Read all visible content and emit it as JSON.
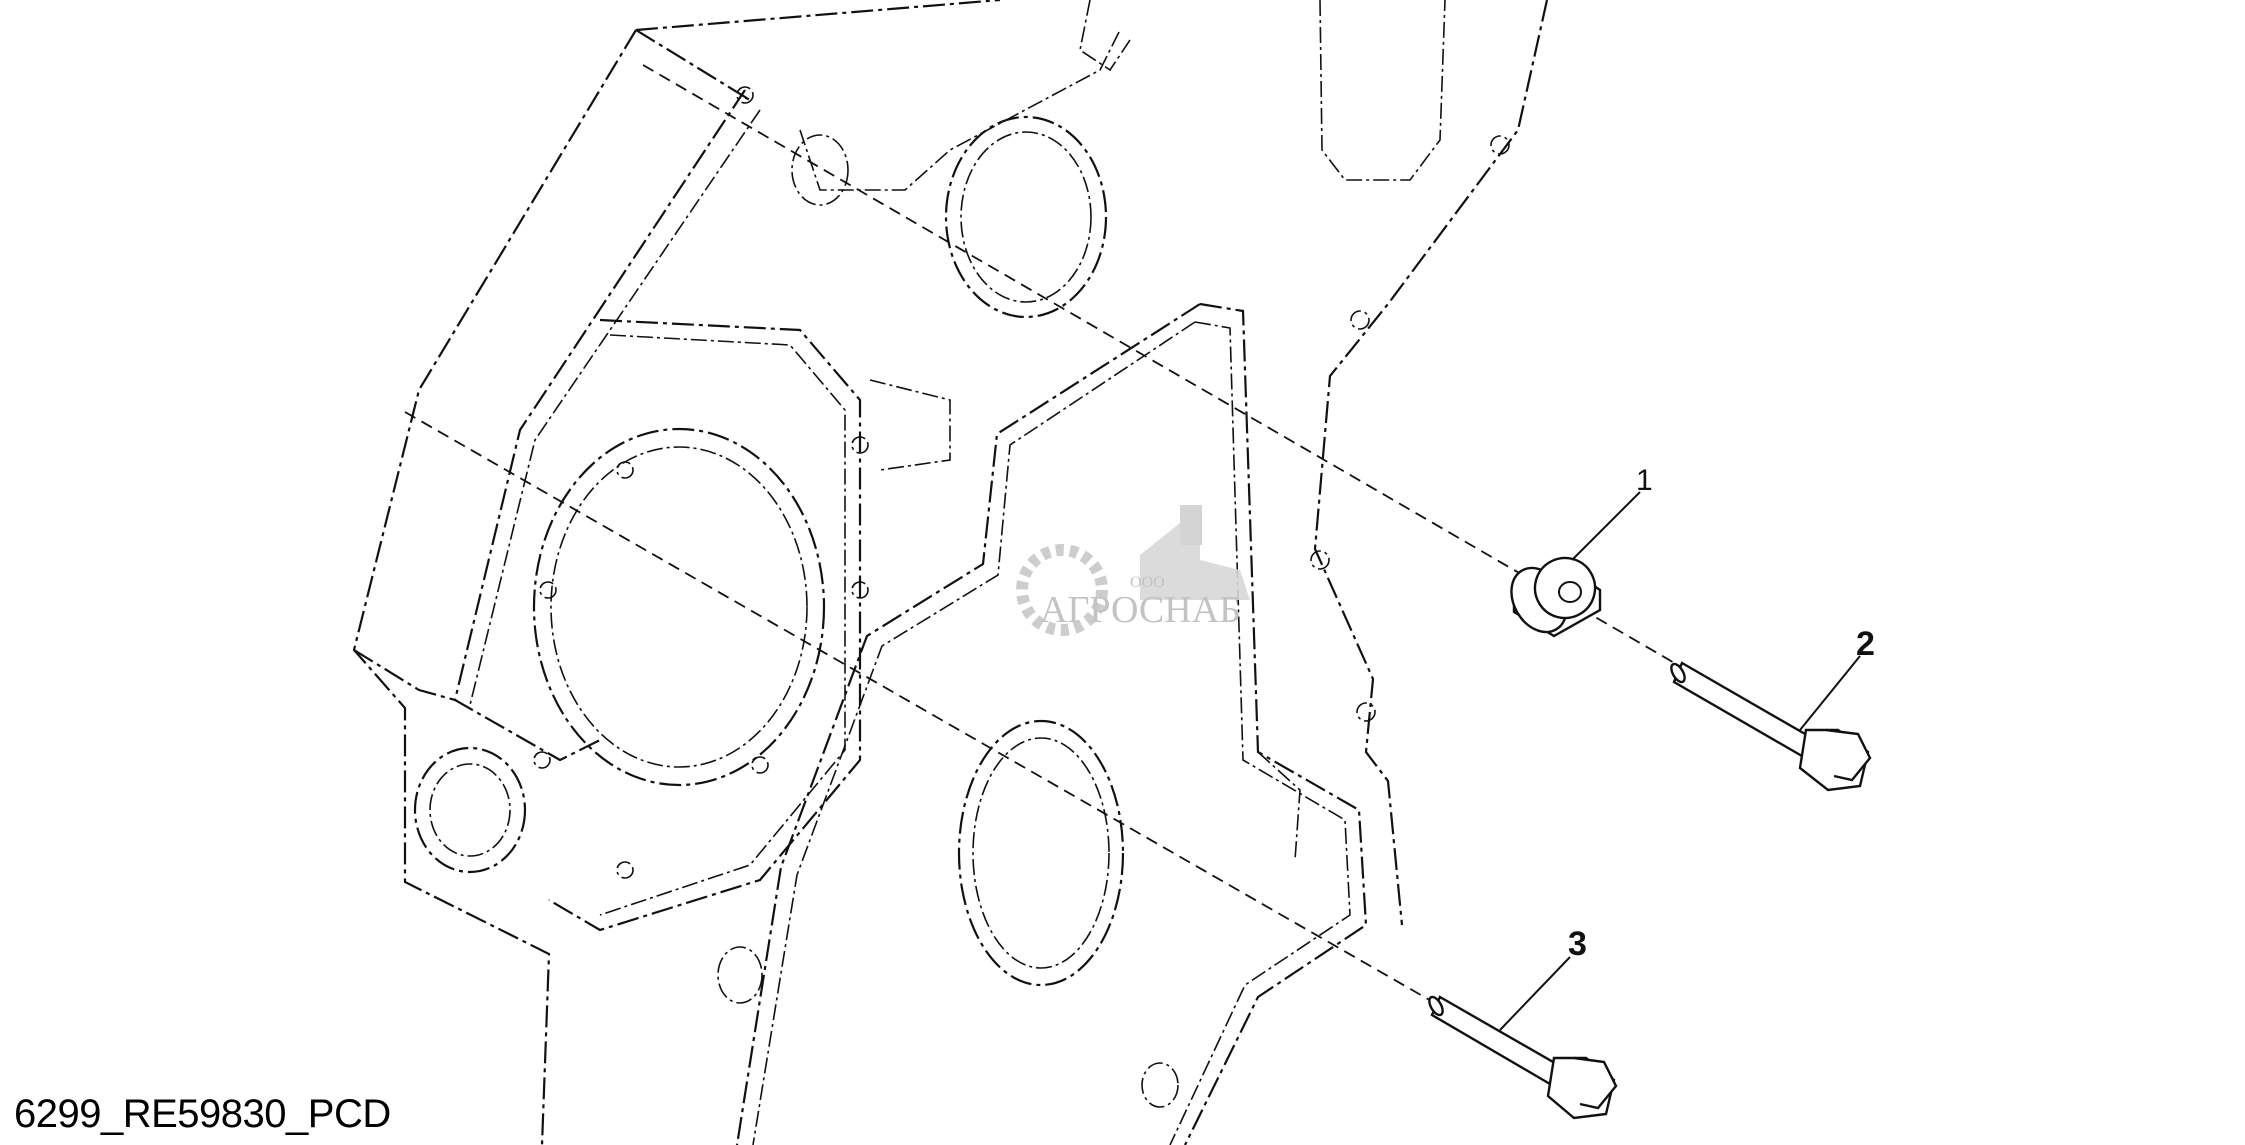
{
  "diagram": {
    "caption": "6299_RE59830_PCD",
    "callouts": [
      {
        "number": "1",
        "part": "spacer"
      },
      {
        "number": "2",
        "part": "flange-bolt"
      },
      {
        "number": "3",
        "part": "flange-bolt"
      }
    ],
    "watermark": {
      "prefix": "ООО",
      "name": "АГРОСНАБ"
    }
  }
}
